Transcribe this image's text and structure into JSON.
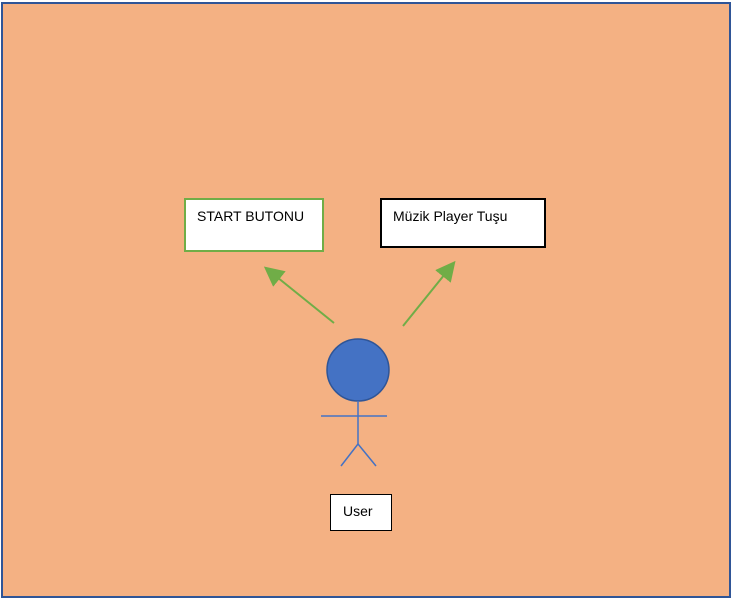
{
  "diagram": {
    "nodes": {
      "start_button": "START BUTONU",
      "music_player": "Müzik Player Tuşu",
      "user": "User"
    },
    "colors": {
      "background": "#f4b183",
      "frame_border": "#2f5597",
      "arrow": "#70ad47",
      "actor_head": "#4472c4",
      "actor_stroke": "#4472c4",
      "start_box_border": "#70ad47",
      "music_box_border": "#000000"
    }
  }
}
